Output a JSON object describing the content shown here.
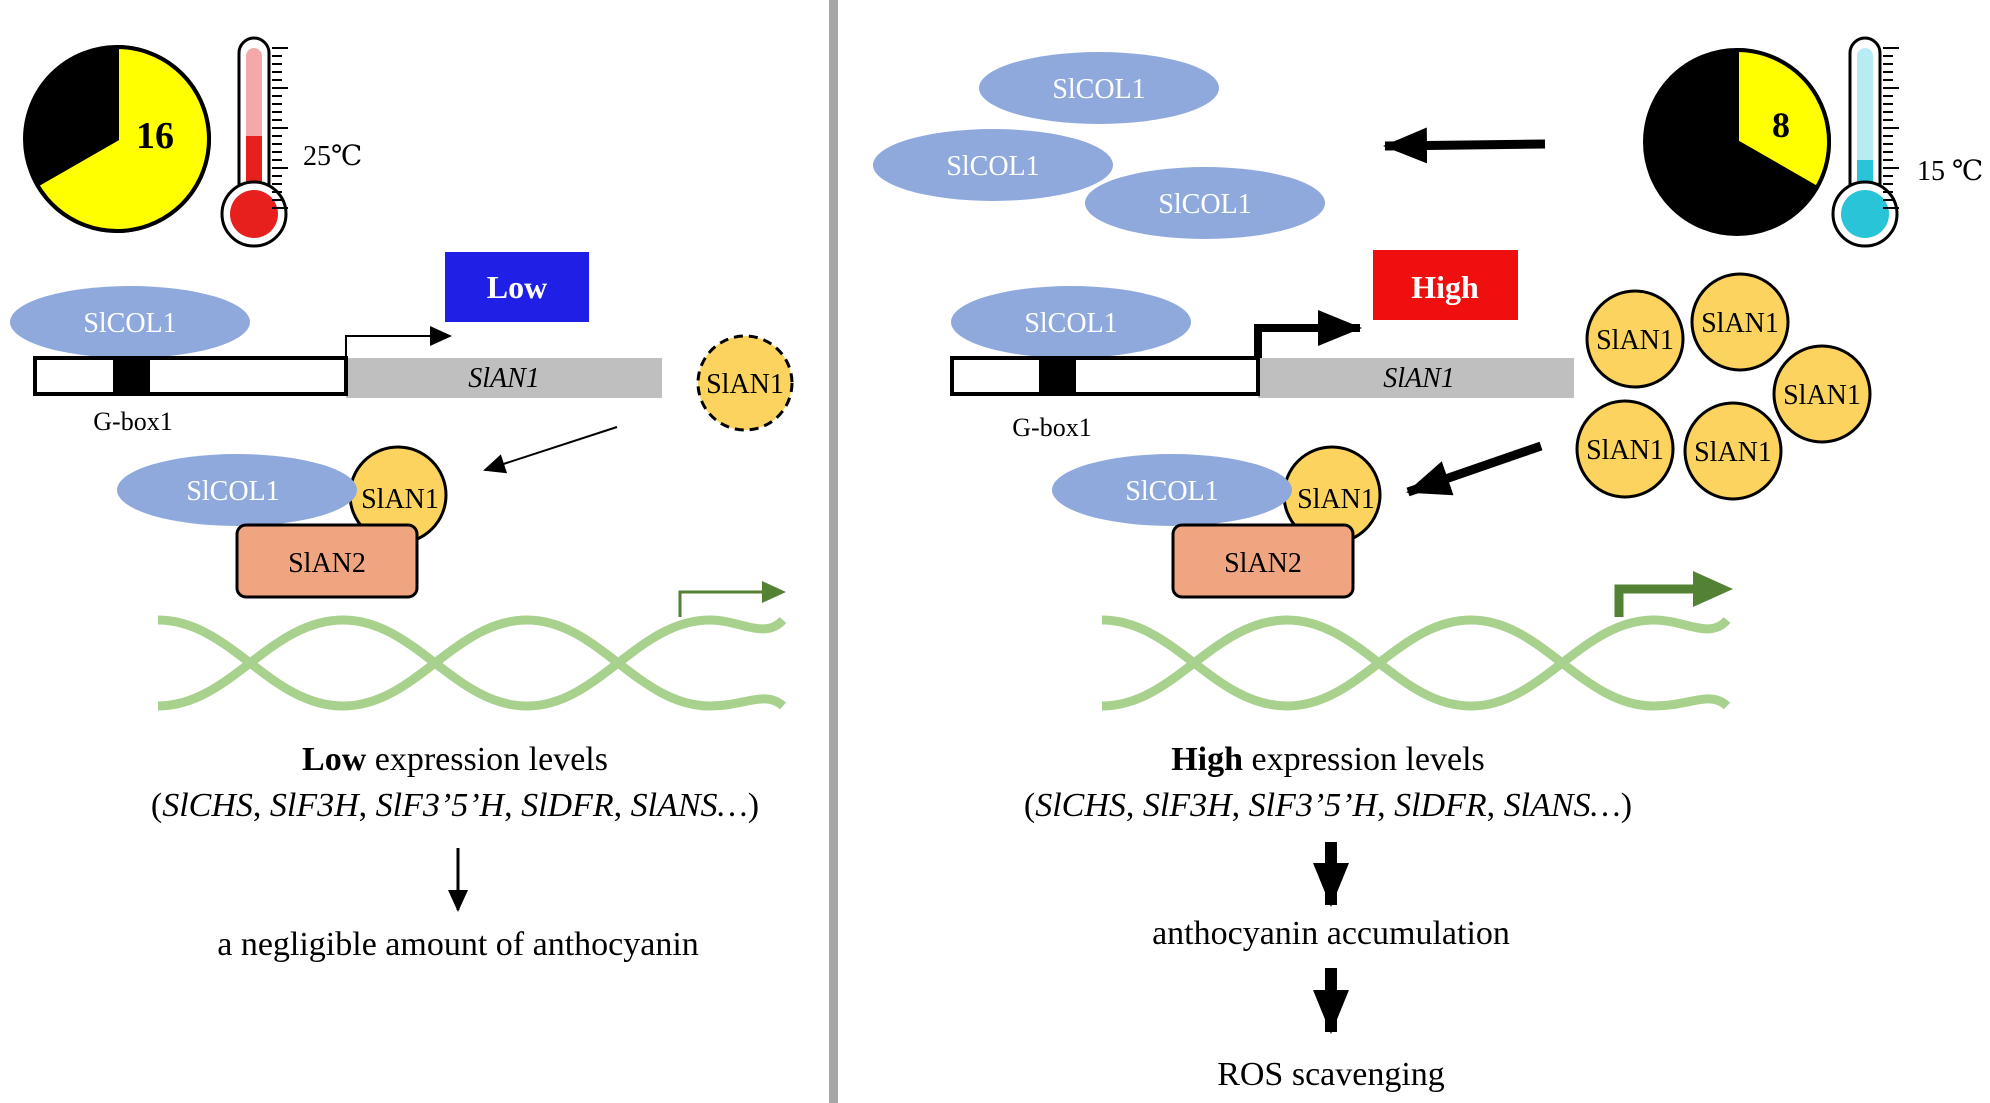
{
  "left": {
    "photoperiod_hours": "16",
    "day_fraction": 0.667,
    "temperature": "25℃",
    "thermometer_level": 0.45,
    "thermometer_color": "#e8201d",
    "level_badge": "Low",
    "level_badge_color": "#1f1fe6",
    "gbox_label": "G-box1",
    "gene_label": "SlAN1",
    "col1_labels": [
      "SlCOL1",
      "SlCOL1"
    ],
    "an1_labels": [
      "SlAN1",
      "SlAN1"
    ],
    "an2_label": "SlAN2",
    "expr_bold": "Low",
    "expr_rest": " expression levels",
    "genes": [
      "SlCHS",
      "SlF3H",
      "SlF3’5’H",
      "SlDFR",
      "SlANS"
    ],
    "outcomes": [
      "a negligible amount of anthocyanin"
    ]
  },
  "right": {
    "photoperiod_hours": "8",
    "day_fraction": 0.333,
    "temperature": "15 ℃",
    "thermometer_level": 0.3,
    "thermometer_color": "#29c4d8",
    "level_badge": "High",
    "level_badge_color": "#f00f0f",
    "gbox_label": "G-box1",
    "gene_label": "SlAN1",
    "col1_labels": [
      "SlCOL1",
      "SlCOL1",
      "SlCOL1",
      "SlCOL1",
      "SlCOL1"
    ],
    "an1_labels": [
      "SlAN1",
      "SlAN1",
      "SlAN1",
      "SlAN1",
      "SlAN1",
      "SlAN1"
    ],
    "an2_label": "SlAN2",
    "expr_bold": "High",
    "expr_rest": " expression levels",
    "genes": [
      "SlCHS",
      "SlF3H",
      "SlF3’5’H",
      "SlDFR",
      "SlANS"
    ],
    "outcomes": [
      "anthocyanin accumulation",
      "ROS scavenging"
    ]
  },
  "colors": {
    "col1_fill": "#8fa9dd",
    "an1_fill": "#fbd35e",
    "an2_fill": "#efa57f",
    "dna": "#a8d18d",
    "tss_arrow": "#548235",
    "gene_bar": "#bfbfbf",
    "divider": "#a6a6a6",
    "clock_day": "#ffff00",
    "clock_night": "#000000"
  }
}
